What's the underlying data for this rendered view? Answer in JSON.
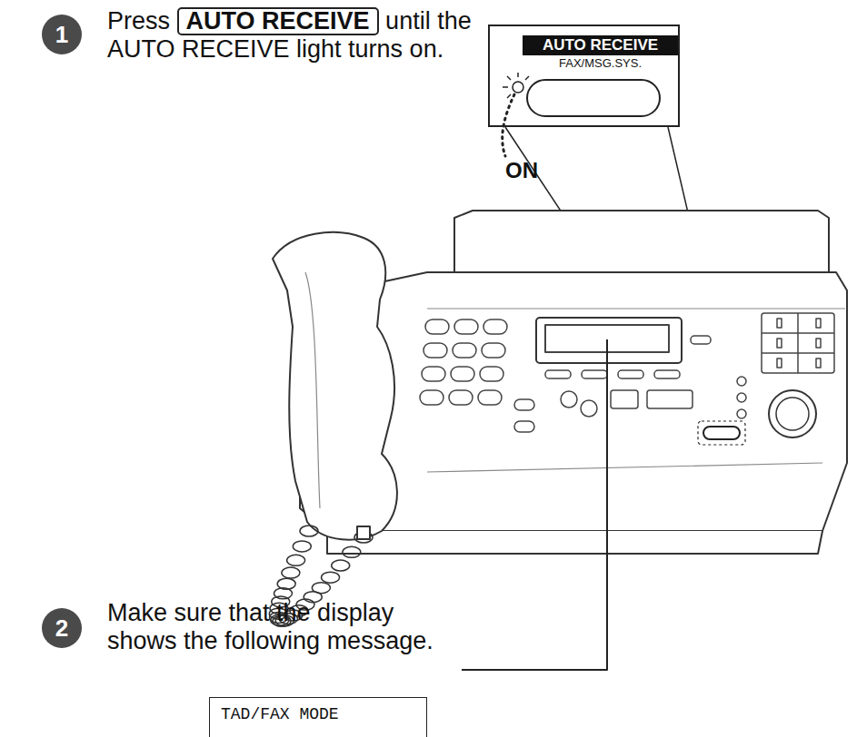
{
  "diagram": {
    "nodes": [
      {
        "text": [
          "AUTO RECEIVE",
          "FAX/MSG.SYS."
        ]
      },
      {
        "text": [
          "TAD/FAX MODE"
        ]
      }
    ],
    "labels": [
      "1",
      "Press",
      "AUTO RECEIVE",
      "until the AUTO RECEIVE light turns on.",
      "ON",
      "2",
      "Make sure that the display shows the following message."
    ]
  }
}
